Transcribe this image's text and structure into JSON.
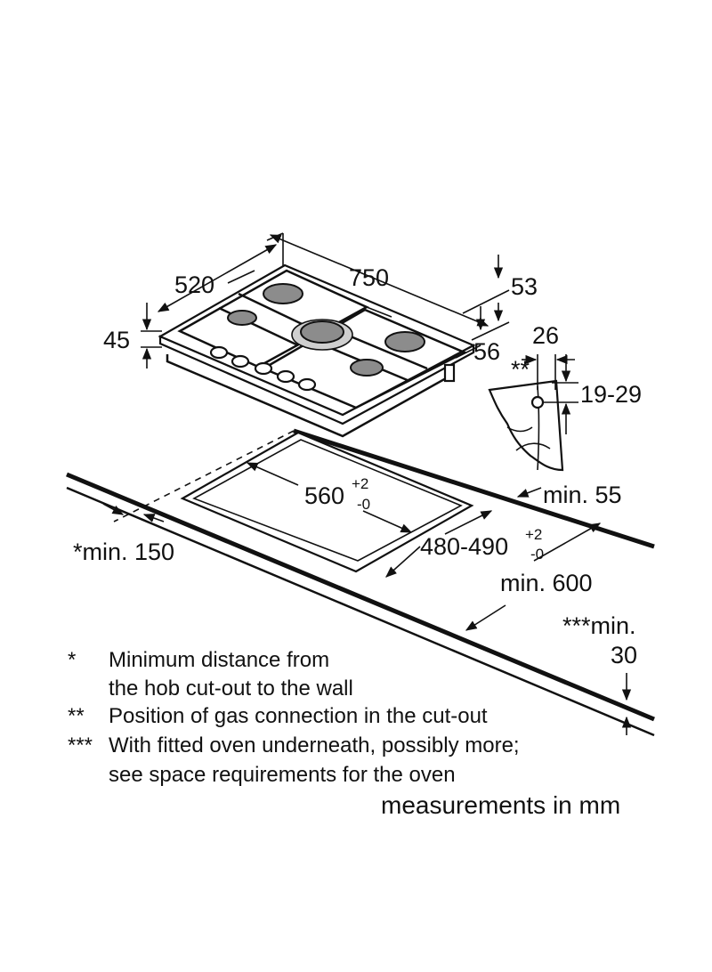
{
  "dimensions": {
    "hob_width": "750",
    "hob_depth": "520",
    "hob_height": "45",
    "top_offset": "53",
    "side_offset": "56",
    "connection_offset": "26",
    "connection_height": "19-29",
    "connection_marker": "**",
    "cutout_width": "560",
    "cutout_width_tol_plus": "+2",
    "cutout_width_tol_minus": "-0",
    "cutout_depth": "480-490",
    "cutout_depth_tol_plus": "+2",
    "cutout_depth_tol_minus": "-0",
    "min_front": "min. 55",
    "min_wall": "*min. 150",
    "min_worktop_depth": "min. 600",
    "min_oven_label": "***min.",
    "min_oven_value": "30"
  },
  "notes": [
    {
      "marker": "*",
      "lines": [
        "Minimum distance from",
        "the hob cut-out to the wall"
      ]
    },
    {
      "marker": "**",
      "lines": [
        "Position of gas connection in the cut-out"
      ]
    },
    {
      "marker": "***",
      "lines": [
        "With fitted oven underneath, possibly more;",
        "see space requirements for the oven"
      ]
    }
  ],
  "footer": "measurements in mm"
}
